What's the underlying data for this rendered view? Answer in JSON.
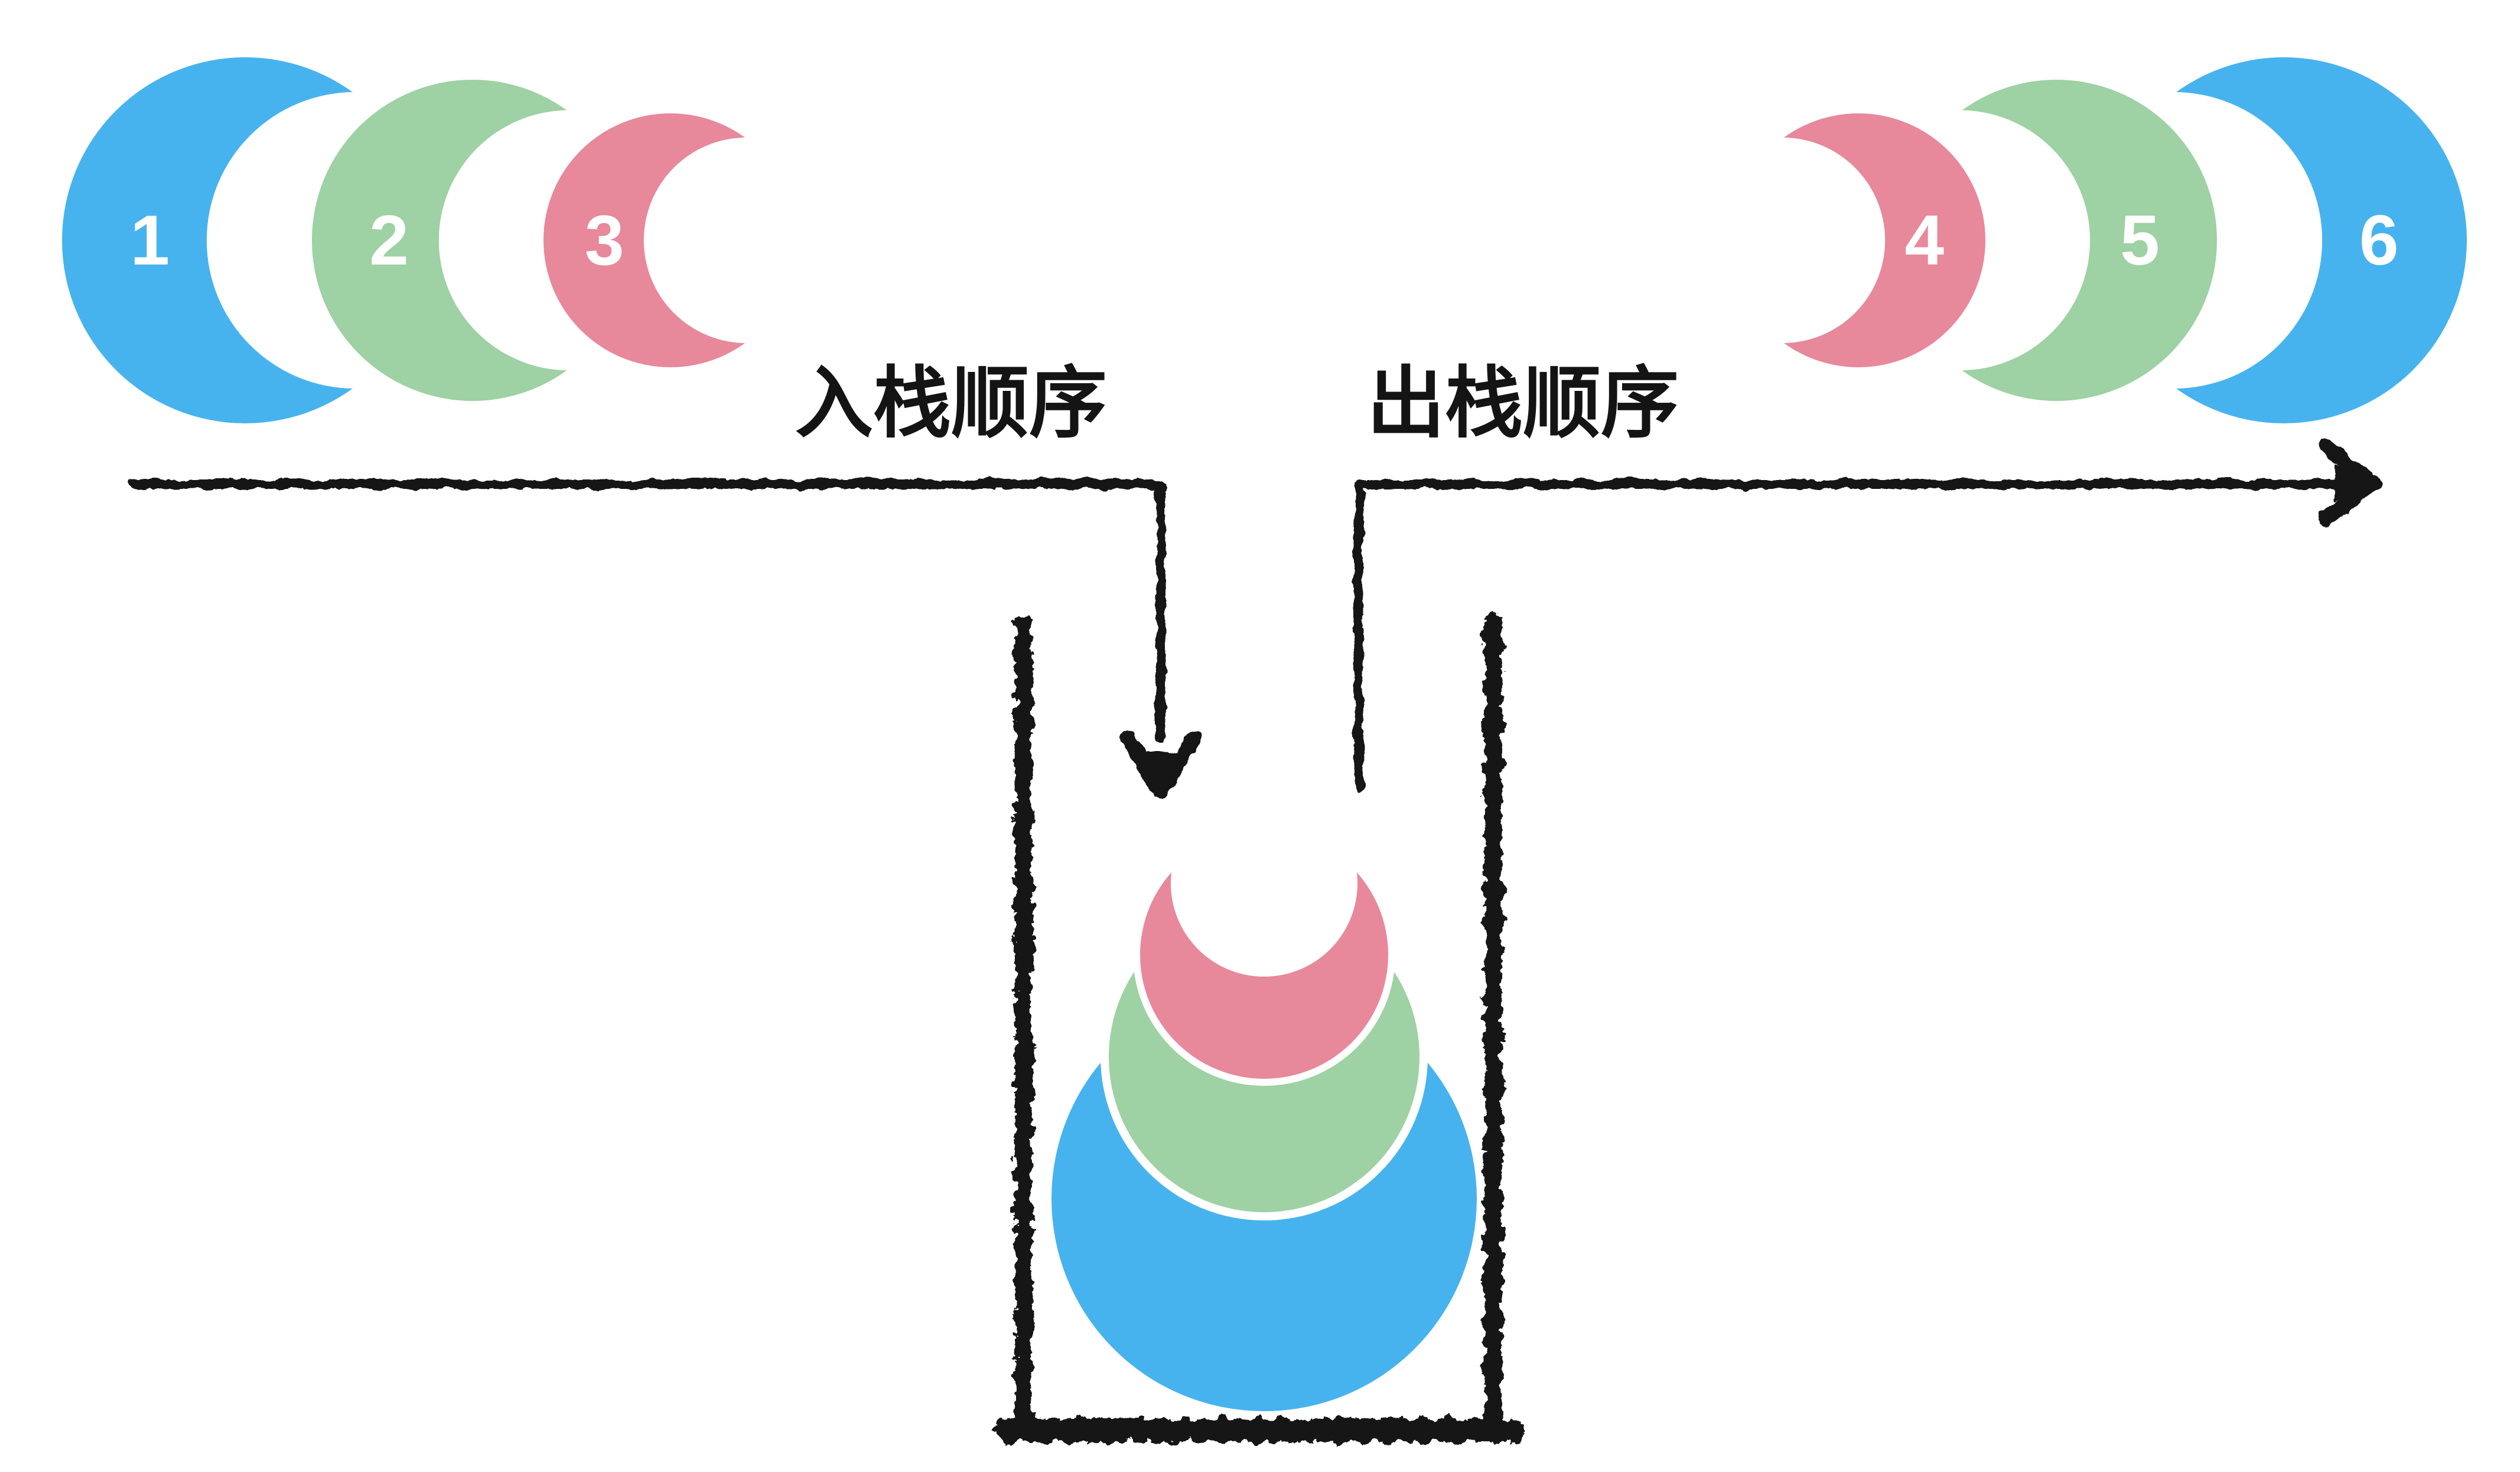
{
  "page": {
    "background": "#ffffff"
  },
  "colors": {
    "blue": "#47B3EE",
    "green": "#9ED1A3",
    "pink": "#E8889B",
    "ink": "#161616",
    "number_text": "#ffffff",
    "label_text": "#141414",
    "white": "#ffffff"
  },
  "labels": {
    "push_order": "入栈顺序",
    "pop_order": "出栈顺序"
  },
  "push_sequence": {
    "items": [
      {
        "value": "1",
        "color": "blue"
      },
      {
        "value": "2",
        "color": "green"
      },
      {
        "value": "3",
        "color": "pink"
      }
    ]
  },
  "pop_sequence": {
    "items": [
      {
        "value": "4",
        "color": "pink"
      },
      {
        "value": "5",
        "color": "green"
      },
      {
        "value": "6",
        "color": "blue"
      }
    ]
  },
  "stack": {
    "items_bottom_to_top": [
      {
        "color": "blue"
      },
      {
        "color": "green"
      },
      {
        "color": "pink"
      }
    ]
  }
}
